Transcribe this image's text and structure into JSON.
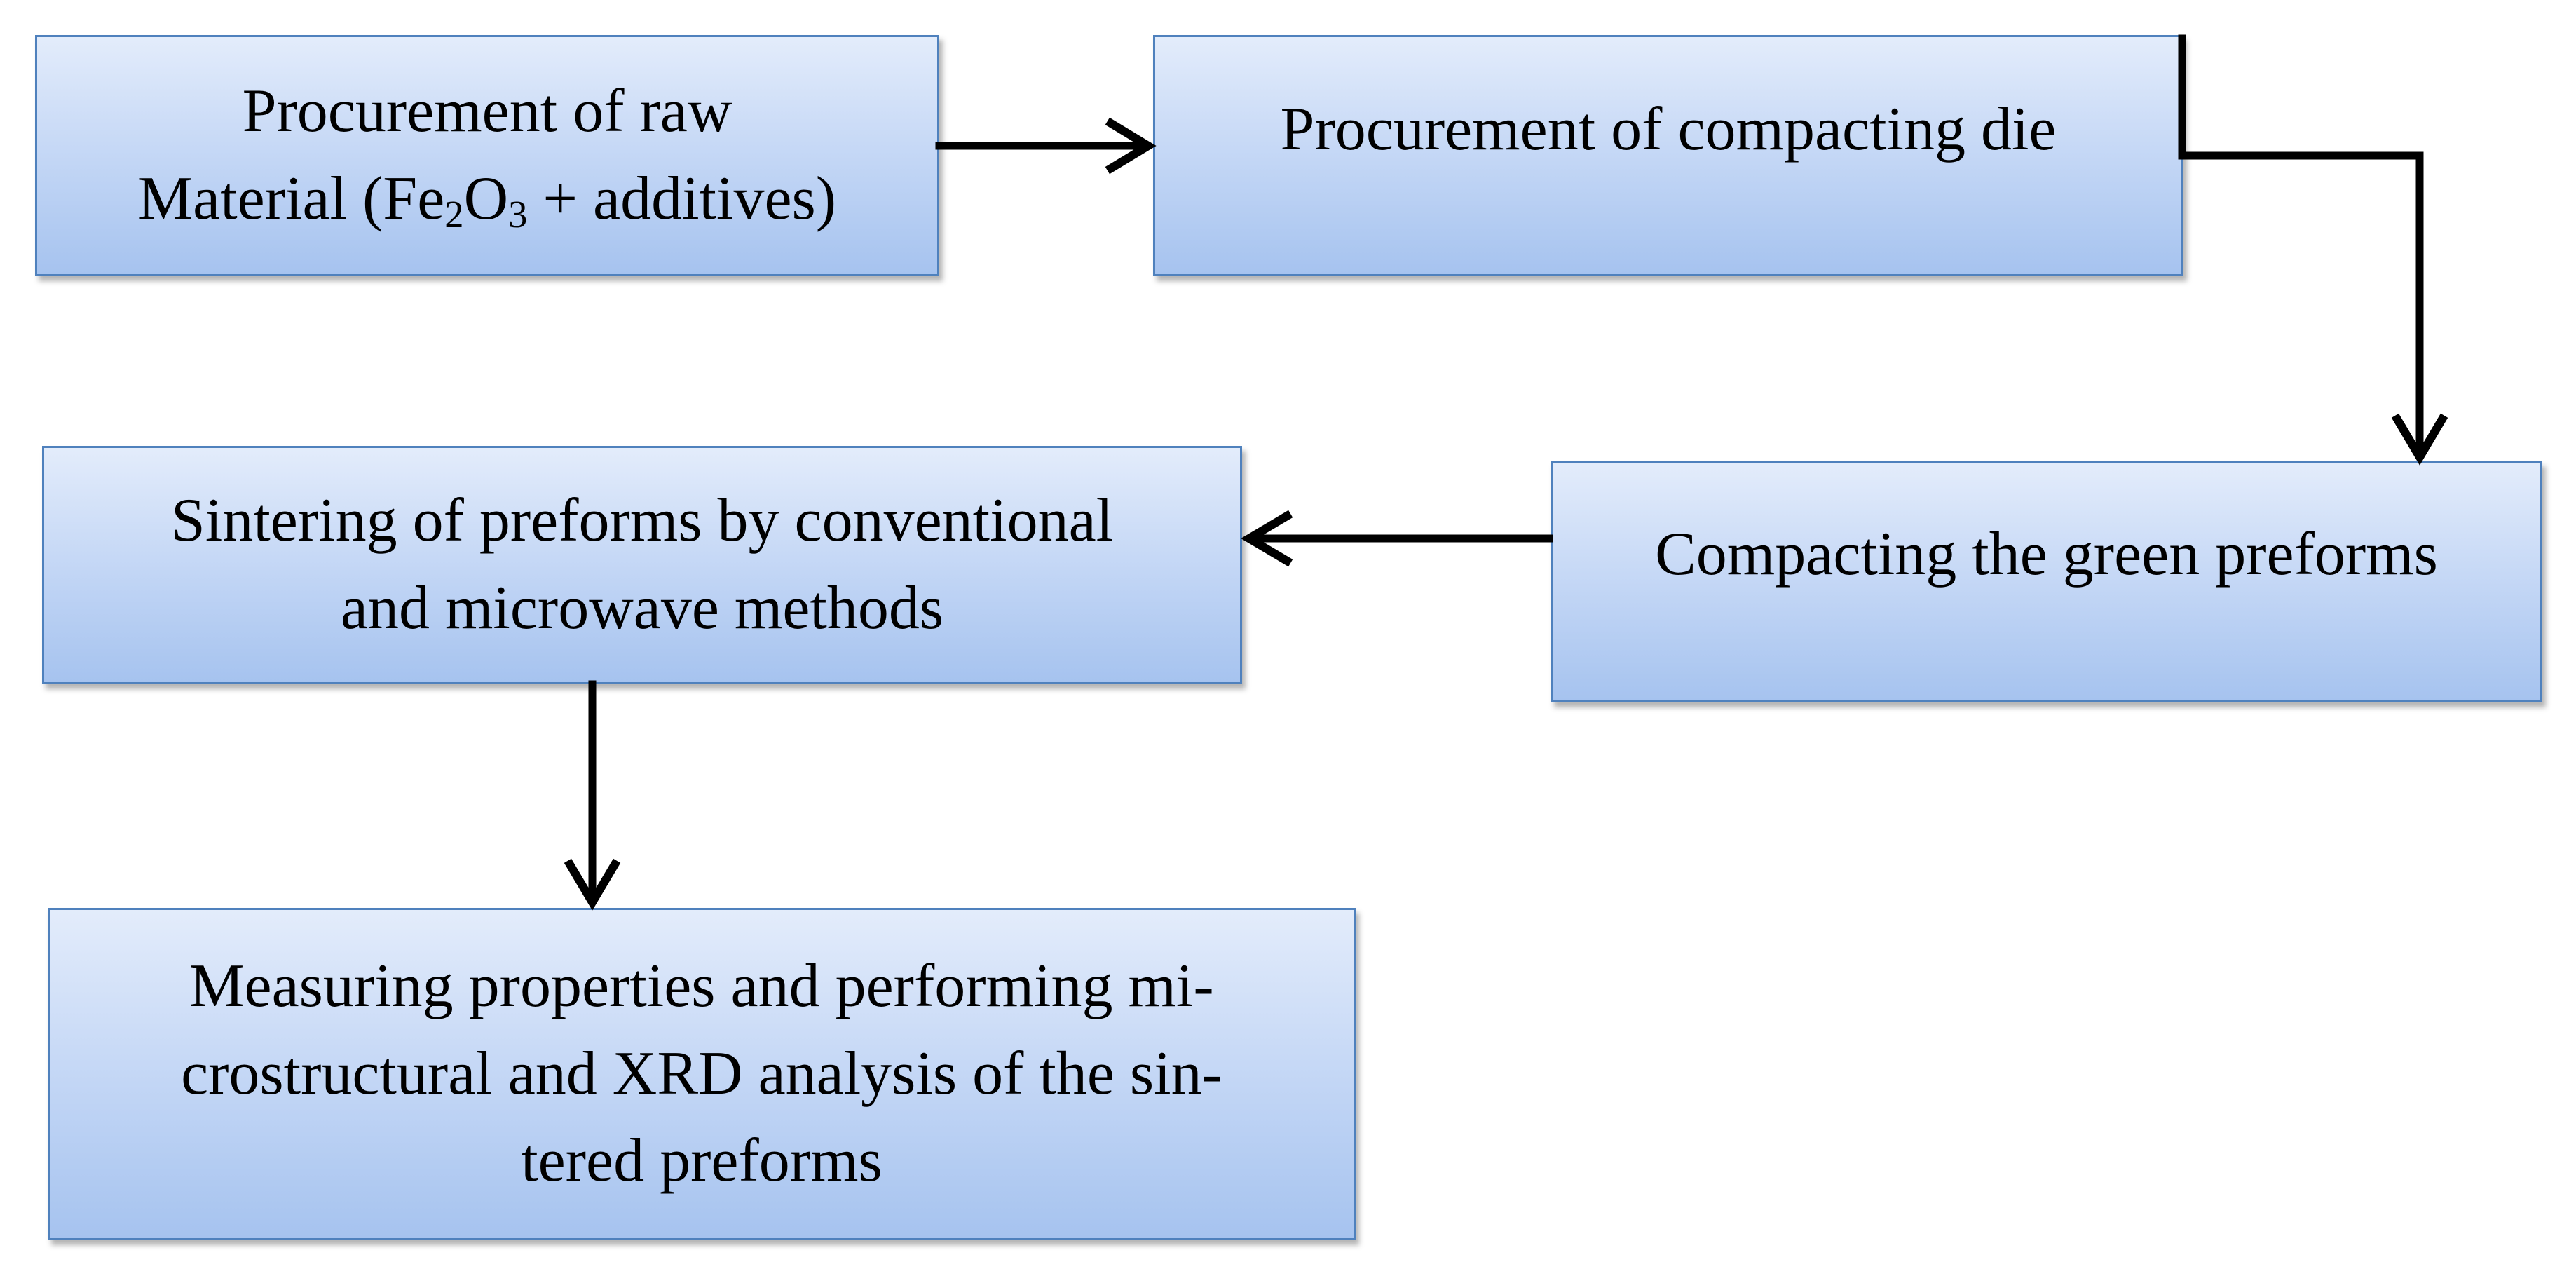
{
  "steps": {
    "raw_material": {
      "line1": "Procurement of raw",
      "line2_prefix": "Material (Fe",
      "line2_sub1": "2",
      "line2_mid": "O",
      "line2_sub2": "3",
      "line2_suffix": " + additives)"
    },
    "compacting_die": {
      "text": "Procurement of compacting die"
    },
    "compacting_preforms": {
      "text": "Compacting the green preforms"
    },
    "sintering": {
      "line1": "Sintering of preforms by conventional",
      "line2": "and microwave methods"
    },
    "measuring": {
      "line1": "Measuring properties and performing mi-",
      "line2": "crostructural and XRD analysis of the sin-",
      "line3": "tered preforms"
    }
  },
  "colors": {
    "box_border": "#4f81bd",
    "box_fill_top": "#e3ecfb",
    "box_fill_bottom": "#a6c3ef",
    "arrow": "#000000"
  }
}
